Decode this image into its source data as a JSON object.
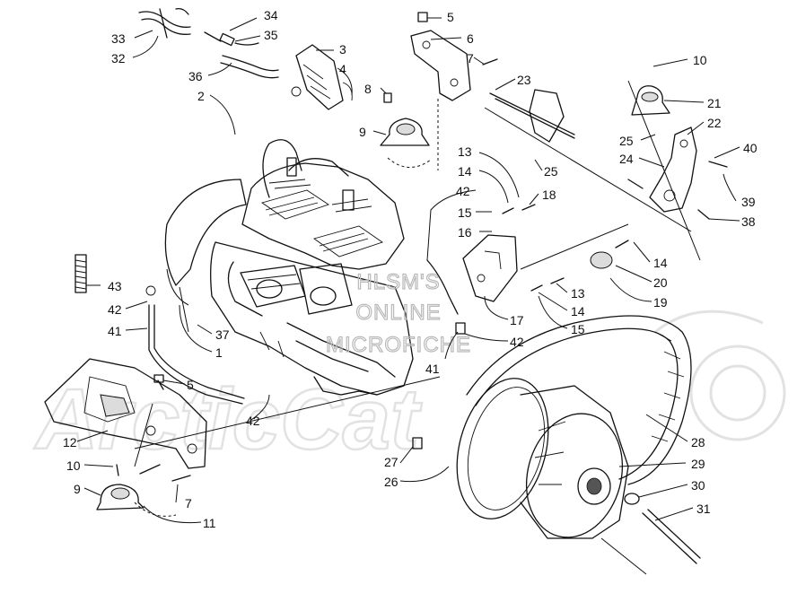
{
  "watermark": {
    "line1": "HLSM'S",
    "line2": "ONLINE",
    "line3": "MICROFICHE",
    "brand": "ArcticCat"
  },
  "callouts": [
    {
      "id": "c34",
      "text": "34"
    },
    {
      "id": "c35",
      "text": "35"
    },
    {
      "id": "c33",
      "text": "33"
    },
    {
      "id": "c32",
      "text": "32"
    },
    {
      "id": "c36",
      "text": "36"
    },
    {
      "id": "c2",
      "text": "2"
    },
    {
      "id": "c3",
      "text": "3"
    },
    {
      "id": "c4",
      "text": "4"
    },
    {
      "id": "c8",
      "text": "8"
    },
    {
      "id": "c9a",
      "text": "9"
    },
    {
      "id": "c5a",
      "text": "5"
    },
    {
      "id": "c6",
      "text": "6"
    },
    {
      "id": "c7a",
      "text": "7"
    },
    {
      "id": "c23",
      "text": "23"
    },
    {
      "id": "c10a",
      "text": "10"
    },
    {
      "id": "c21",
      "text": "21"
    },
    {
      "id": "c22",
      "text": "22"
    },
    {
      "id": "c25a",
      "text": "25"
    },
    {
      "id": "c24",
      "text": "24"
    },
    {
      "id": "c40",
      "text": "40"
    },
    {
      "id": "c25b",
      "text": "25"
    },
    {
      "id": "c39",
      "text": "39"
    },
    {
      "id": "c38",
      "text": "38"
    },
    {
      "id": "c13a",
      "text": "13"
    },
    {
      "id": "c14a",
      "text": "14"
    },
    {
      "id": "c18",
      "text": "18"
    },
    {
      "id": "c42a",
      "text": "42"
    },
    {
      "id": "c15a",
      "text": "15"
    },
    {
      "id": "c16",
      "text": "16"
    },
    {
      "id": "c14b",
      "text": "14"
    },
    {
      "id": "c20",
      "text": "20"
    },
    {
      "id": "c19",
      "text": "19"
    },
    {
      "id": "c13b",
      "text": "13"
    },
    {
      "id": "c14c",
      "text": "14"
    },
    {
      "id": "c15b",
      "text": "15"
    },
    {
      "id": "c17",
      "text": "17"
    },
    {
      "id": "c42b",
      "text": "42"
    },
    {
      "id": "c41a",
      "text": "41"
    },
    {
      "id": "c43",
      "text": "43"
    },
    {
      "id": "c42c",
      "text": "42"
    },
    {
      "id": "c41b",
      "text": "41"
    },
    {
      "id": "c37",
      "text": "37"
    },
    {
      "id": "c1",
      "text": "1"
    },
    {
      "id": "c5b",
      "text": "5"
    },
    {
      "id": "c42d",
      "text": "42"
    },
    {
      "id": "c12",
      "text": "12"
    },
    {
      "id": "c10b",
      "text": "10"
    },
    {
      "id": "c9b",
      "text": "9"
    },
    {
      "id": "c7b",
      "text": "7"
    },
    {
      "id": "c11",
      "text": "11"
    },
    {
      "id": "c27",
      "text": "27"
    },
    {
      "id": "c26",
      "text": "26"
    },
    {
      "id": "c28",
      "text": "28"
    },
    {
      "id": "c29",
      "text": "29"
    },
    {
      "id": "c30",
      "text": "30"
    },
    {
      "id": "c31",
      "text": "31"
    }
  ]
}
